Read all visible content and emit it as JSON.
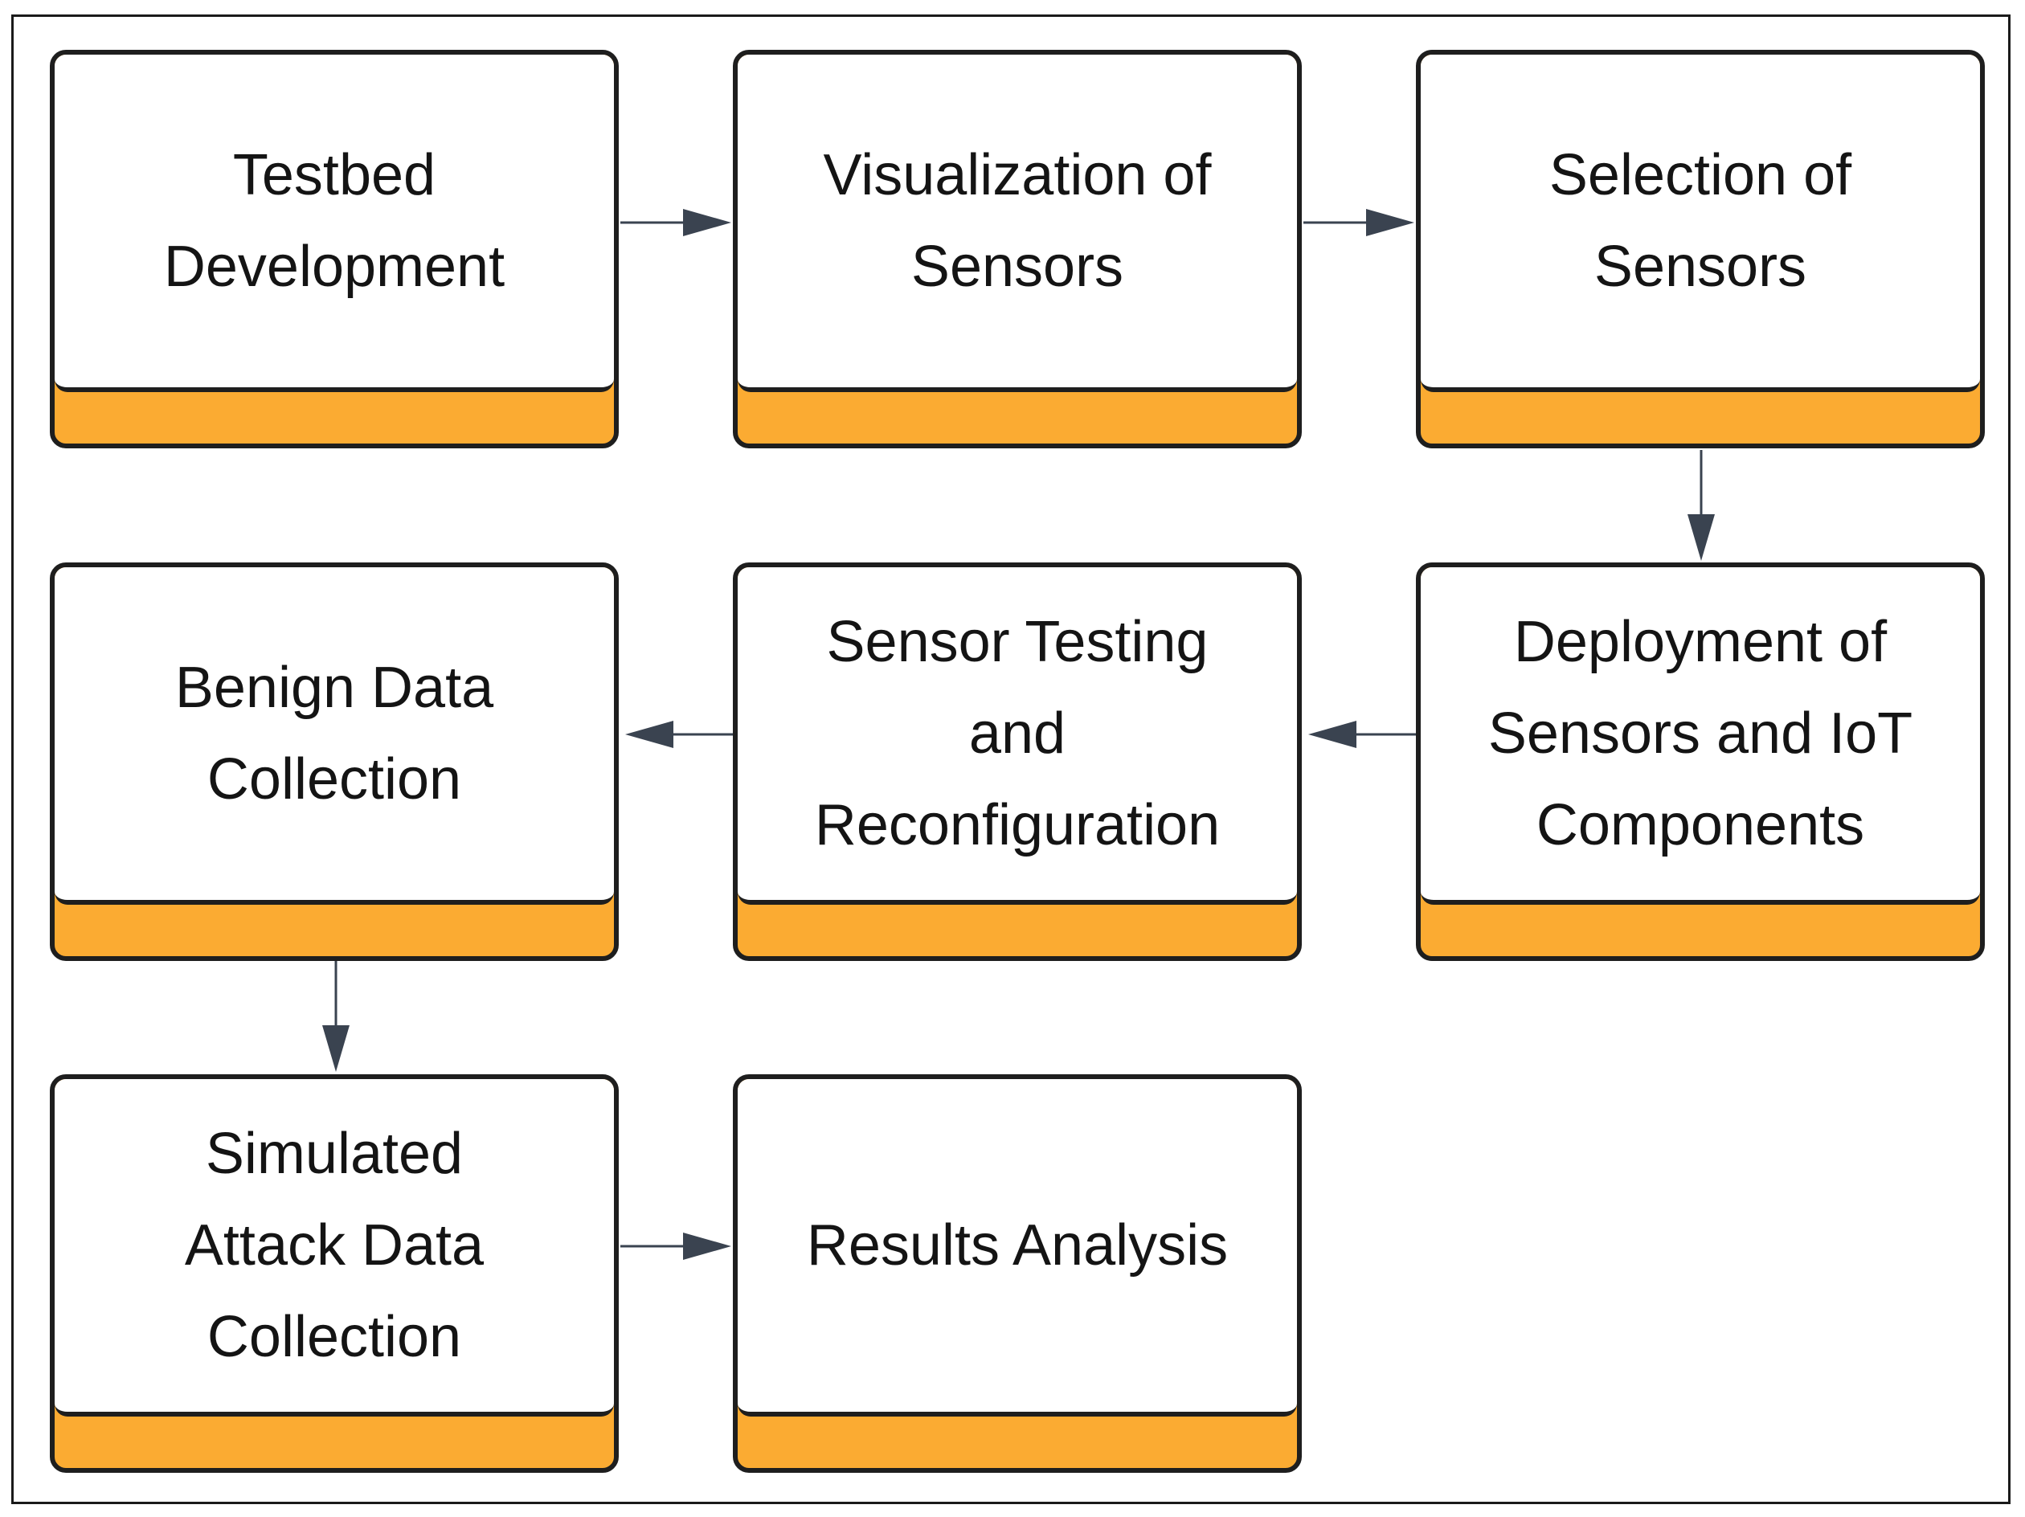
{
  "steps": [
    {
      "label": "Testbed\nDevelopment"
    },
    {
      "label": "Visualization of\nSensors"
    },
    {
      "label": "Selection of\nSensors"
    },
    {
      "label": "Deployment of\nSensors and IoT\nComponents"
    },
    {
      "label": "Sensor Testing\nand\nReconfiguration"
    },
    {
      "label": "Benign Data\nCollection"
    },
    {
      "label": "Simulated\nAttack Data\nCollection"
    },
    {
      "label": "Results Analysis"
    }
  ],
  "colors": {
    "card_accent": "#fbab32",
    "card_border": "#1e1e1e",
    "arrow": "#3a4350"
  }
}
